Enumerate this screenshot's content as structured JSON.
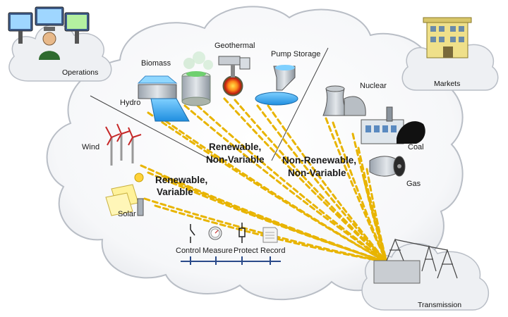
{
  "cloud_labels": {
    "operations": "Operations",
    "markets": "Markets",
    "transmission": "Transmission"
  },
  "groups": {
    "renewable_nonvariable": [
      "Renewable,",
      "Non-Variable"
    ],
    "renewable_variable": [
      "Renewable,",
      "Variable"
    ],
    "nonrenewable_nonvariable": [
      "Non-Renewable,",
      "Non-Variable"
    ]
  },
  "sources": {
    "biomass": "Biomass",
    "geothermal": "Geothermal",
    "pump_storage": "Pump Storage",
    "hydro": "Hydro",
    "wind": "Wind",
    "solar": "Solar",
    "nuclear": "Nuclear",
    "coal": "Coal",
    "gas": "Gas"
  },
  "functions": {
    "control": "Control",
    "measure": "Measure",
    "protect": "Protect",
    "record": "Record"
  },
  "colors": {
    "flow_dash": "#e8b400",
    "cloud_stroke": "#b9bec6",
    "bus": "#2a4a8a"
  }
}
